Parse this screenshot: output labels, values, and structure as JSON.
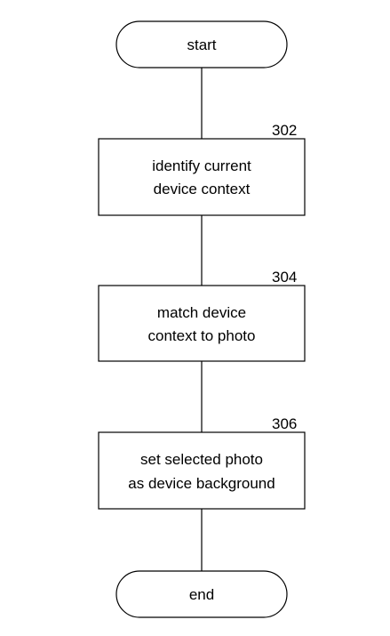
{
  "flowchart": {
    "start": {
      "label": "start"
    },
    "steps": [
      {
        "ref": "302",
        "lines": [
          "identify current",
          "device context"
        ]
      },
      {
        "ref": "304",
        "lines": [
          "match device",
          "context to photo"
        ]
      },
      {
        "ref": "306",
        "lines": [
          "set selected photo",
          "as device background"
        ]
      }
    ],
    "end": {
      "label": "end"
    }
  }
}
